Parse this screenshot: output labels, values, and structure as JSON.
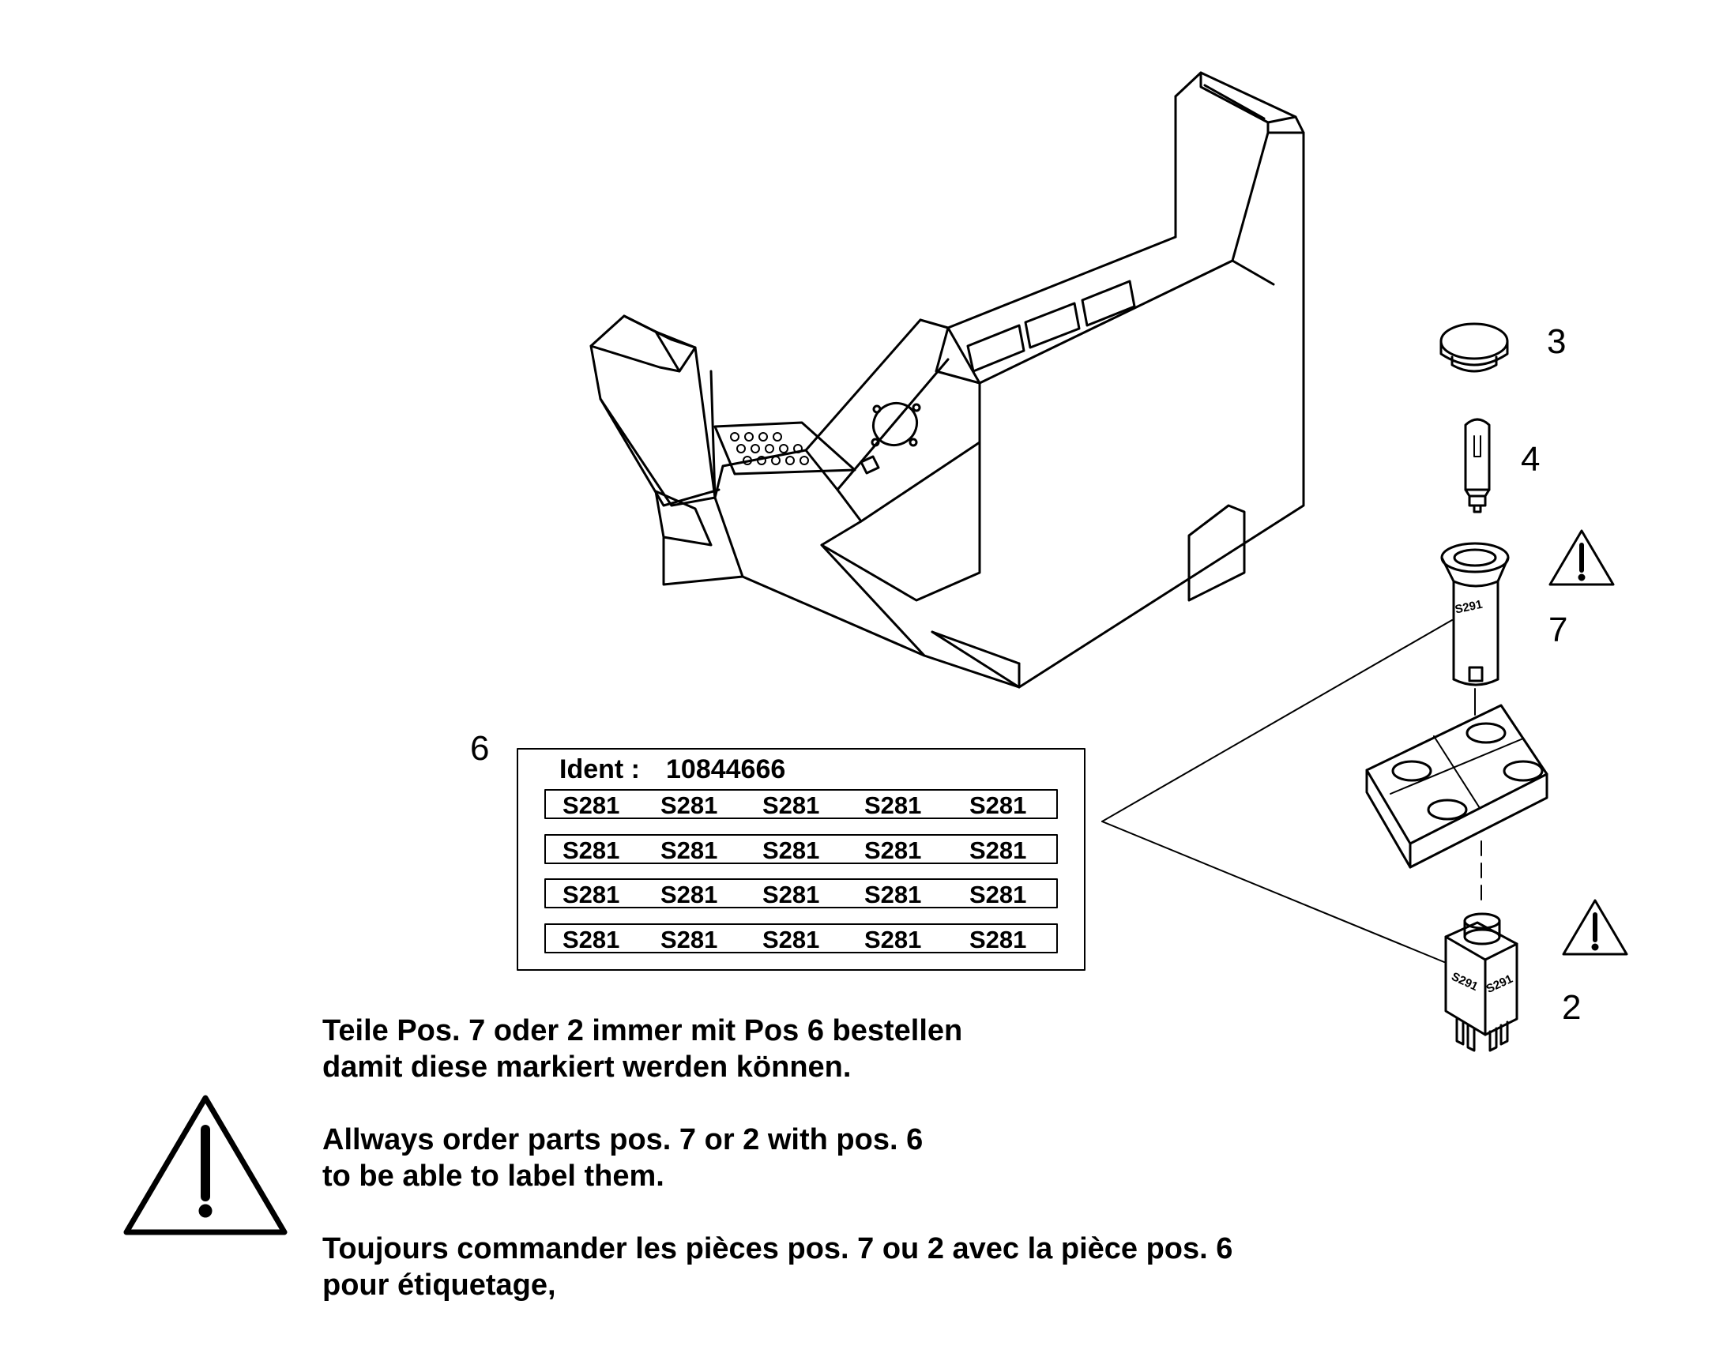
{
  "callouts": {
    "p3": "3",
    "p4": "4",
    "p7": "7",
    "p6": "6",
    "p2": "2"
  },
  "label_sheet": {
    "ident_label": "Ident :",
    "ident_number": "10844666",
    "rows": [
      [
        "S281",
        "S281",
        "S281",
        "S281",
        "S281"
      ],
      [
        "S281",
        "S281",
        "S281",
        "S281",
        "S281"
      ],
      [
        "S281",
        "S281",
        "S281",
        "S281",
        "S281"
      ],
      [
        "S281",
        "S281",
        "S281",
        "S281",
        "S281"
      ]
    ]
  },
  "part_markings": {
    "switch_top": "S291",
    "switch_base_left": "S291",
    "switch_base_right": "S291"
  },
  "notes": {
    "de": [
      "Teile Pos. 7 oder 2 immer mit Pos 6 bestellen",
      "damit diese markiert werden können."
    ],
    "en": [
      "Allways order parts pos. 7 or 2 with pos. 6",
      "to be able to label them."
    ],
    "fr": [
      "Toujours commander les pièces pos. 7 ou 2 avec la pièce pos.  6",
      "pour étiquetage,"
    ]
  }
}
